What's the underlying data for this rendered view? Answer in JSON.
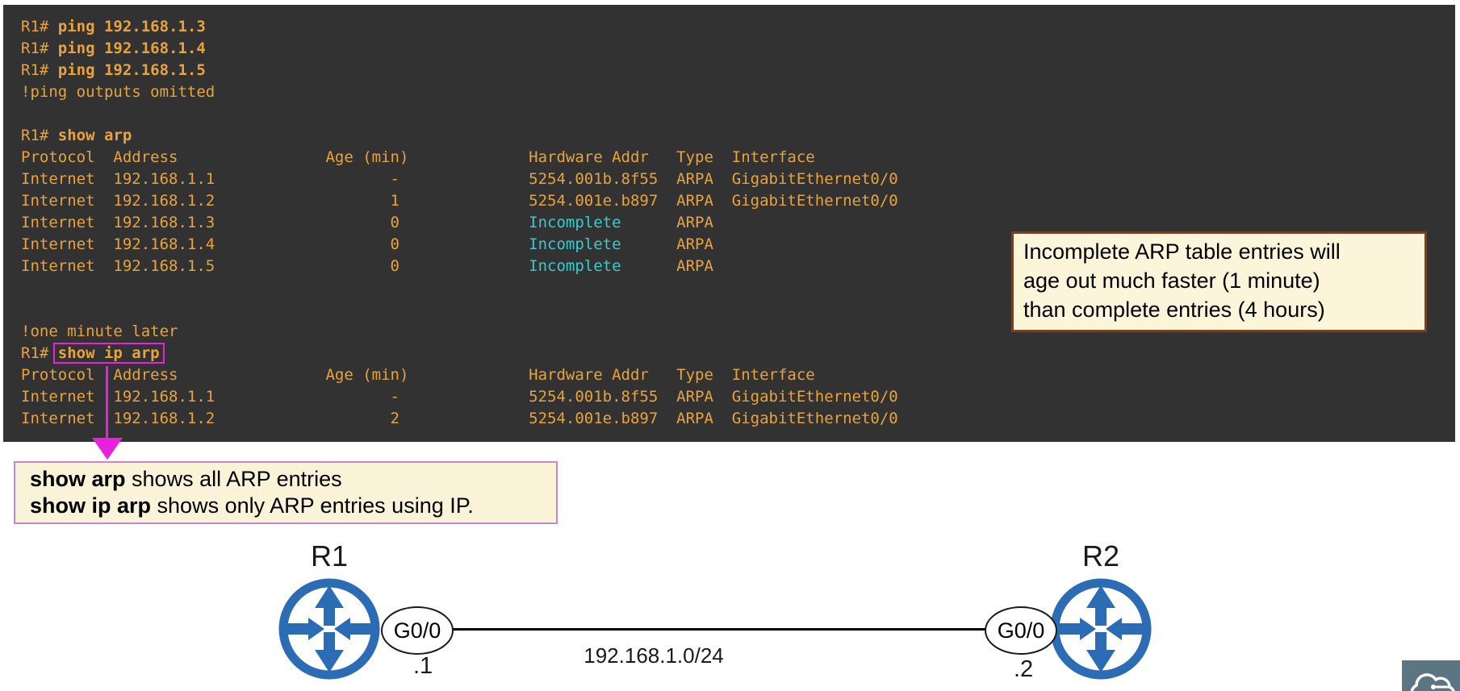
{
  "colors": {
    "amber": "#E8A33C",
    "term-bg": "#323232",
    "cyan": "#3BC9CE",
    "magenta": "#EA21DC",
    "note1-bg": "#FCF5DA",
    "note1-border": "#8C3A12",
    "note2-bg": "#FAF3D8",
    "note2-border": "#C787CF",
    "router-blue": "#2B6CB5",
    "logo-bg": "#5C7584"
  },
  "terminal": {
    "lines": [
      [
        {
          "t": "R1# "
        },
        {
          "t": "ping 192.168.1.3",
          "b": true
        }
      ],
      [
        {
          "t": "R1# "
        },
        {
          "t": "ping 192.168.1.4",
          "b": true
        }
      ],
      [
        {
          "t": "R1# "
        },
        {
          "t": "ping 192.168.1.5",
          "b": true
        }
      ],
      [
        {
          "t": "!ping outputs omitted"
        }
      ],
      [],
      [
        {
          "t": "R1# "
        },
        {
          "t": "show arp",
          "b": true
        }
      ],
      [
        {
          "t": "Protocol  Address                Age (min)             Hardware Addr   Type  Interface"
        }
      ],
      [
        {
          "t": "Internet  192.168.1.1                   -              5254.001b.8f55  ARPA  GigabitEthernet0/0"
        }
      ],
      [
        {
          "t": "Internet  192.168.1.2                   1              5254.001e.b897  ARPA  GigabitEthernet0/0"
        }
      ],
      [
        {
          "t": "Internet  192.168.1.3                   0              "
        },
        {
          "t": "Incomplete",
          "c": true
        },
        {
          "t": "      ARPA"
        }
      ],
      [
        {
          "t": "Internet  192.168.1.4                   0              "
        },
        {
          "t": "Incomplete",
          "c": true
        },
        {
          "t": "      ARPA"
        }
      ],
      [
        {
          "t": "Internet  192.168.1.5                   0              "
        },
        {
          "t": "Incomplete",
          "c": true
        },
        {
          "t": "      ARPA"
        }
      ],
      [],
      [],
      [
        {
          "t": "!one minute later"
        }
      ],
      [
        {
          "t": "R1# "
        },
        {
          "t": "show ip arp",
          "b": true,
          "box": true
        }
      ],
      [
        {
          "t": "Protocol  Address                Age (min)             Hardware Addr   Type  Interface"
        }
      ],
      [
        {
          "t": "Internet  192.168.1.1                   -              5254.001b.8f55  ARPA  GigabitEthernet0/0"
        }
      ],
      [
        {
          "t": "Internet  192.168.1.2                   2              5254.001e.b897  ARPA  GigabitEthernet0/0"
        }
      ]
    ]
  },
  "note_incomplete": {
    "lines": [
      [
        {
          "t": "Incomplete ARP table entries will"
        }
      ],
      [
        {
          "t": "age out much faster (1 minute)"
        }
      ],
      [
        {
          "t": "than complete entries (4 hours)"
        }
      ]
    ]
  },
  "note_showarp": {
    "lines": [
      [
        {
          "t": "show arp",
          "b": true
        },
        {
          "t": " shows all ARP entries"
        }
      ],
      [
        {
          "t": "show ip arp",
          "b": true
        },
        {
          "t": " shows only ARP entries using IP."
        }
      ]
    ]
  },
  "diagram": {
    "r1_label": "R1",
    "r2_label": "R2",
    "r1_interface": "G0/0",
    "r2_interface": "G0/0",
    "r1_ip": ".1",
    "r2_ip": ".2",
    "network": "192.168.1.0/24"
  }
}
